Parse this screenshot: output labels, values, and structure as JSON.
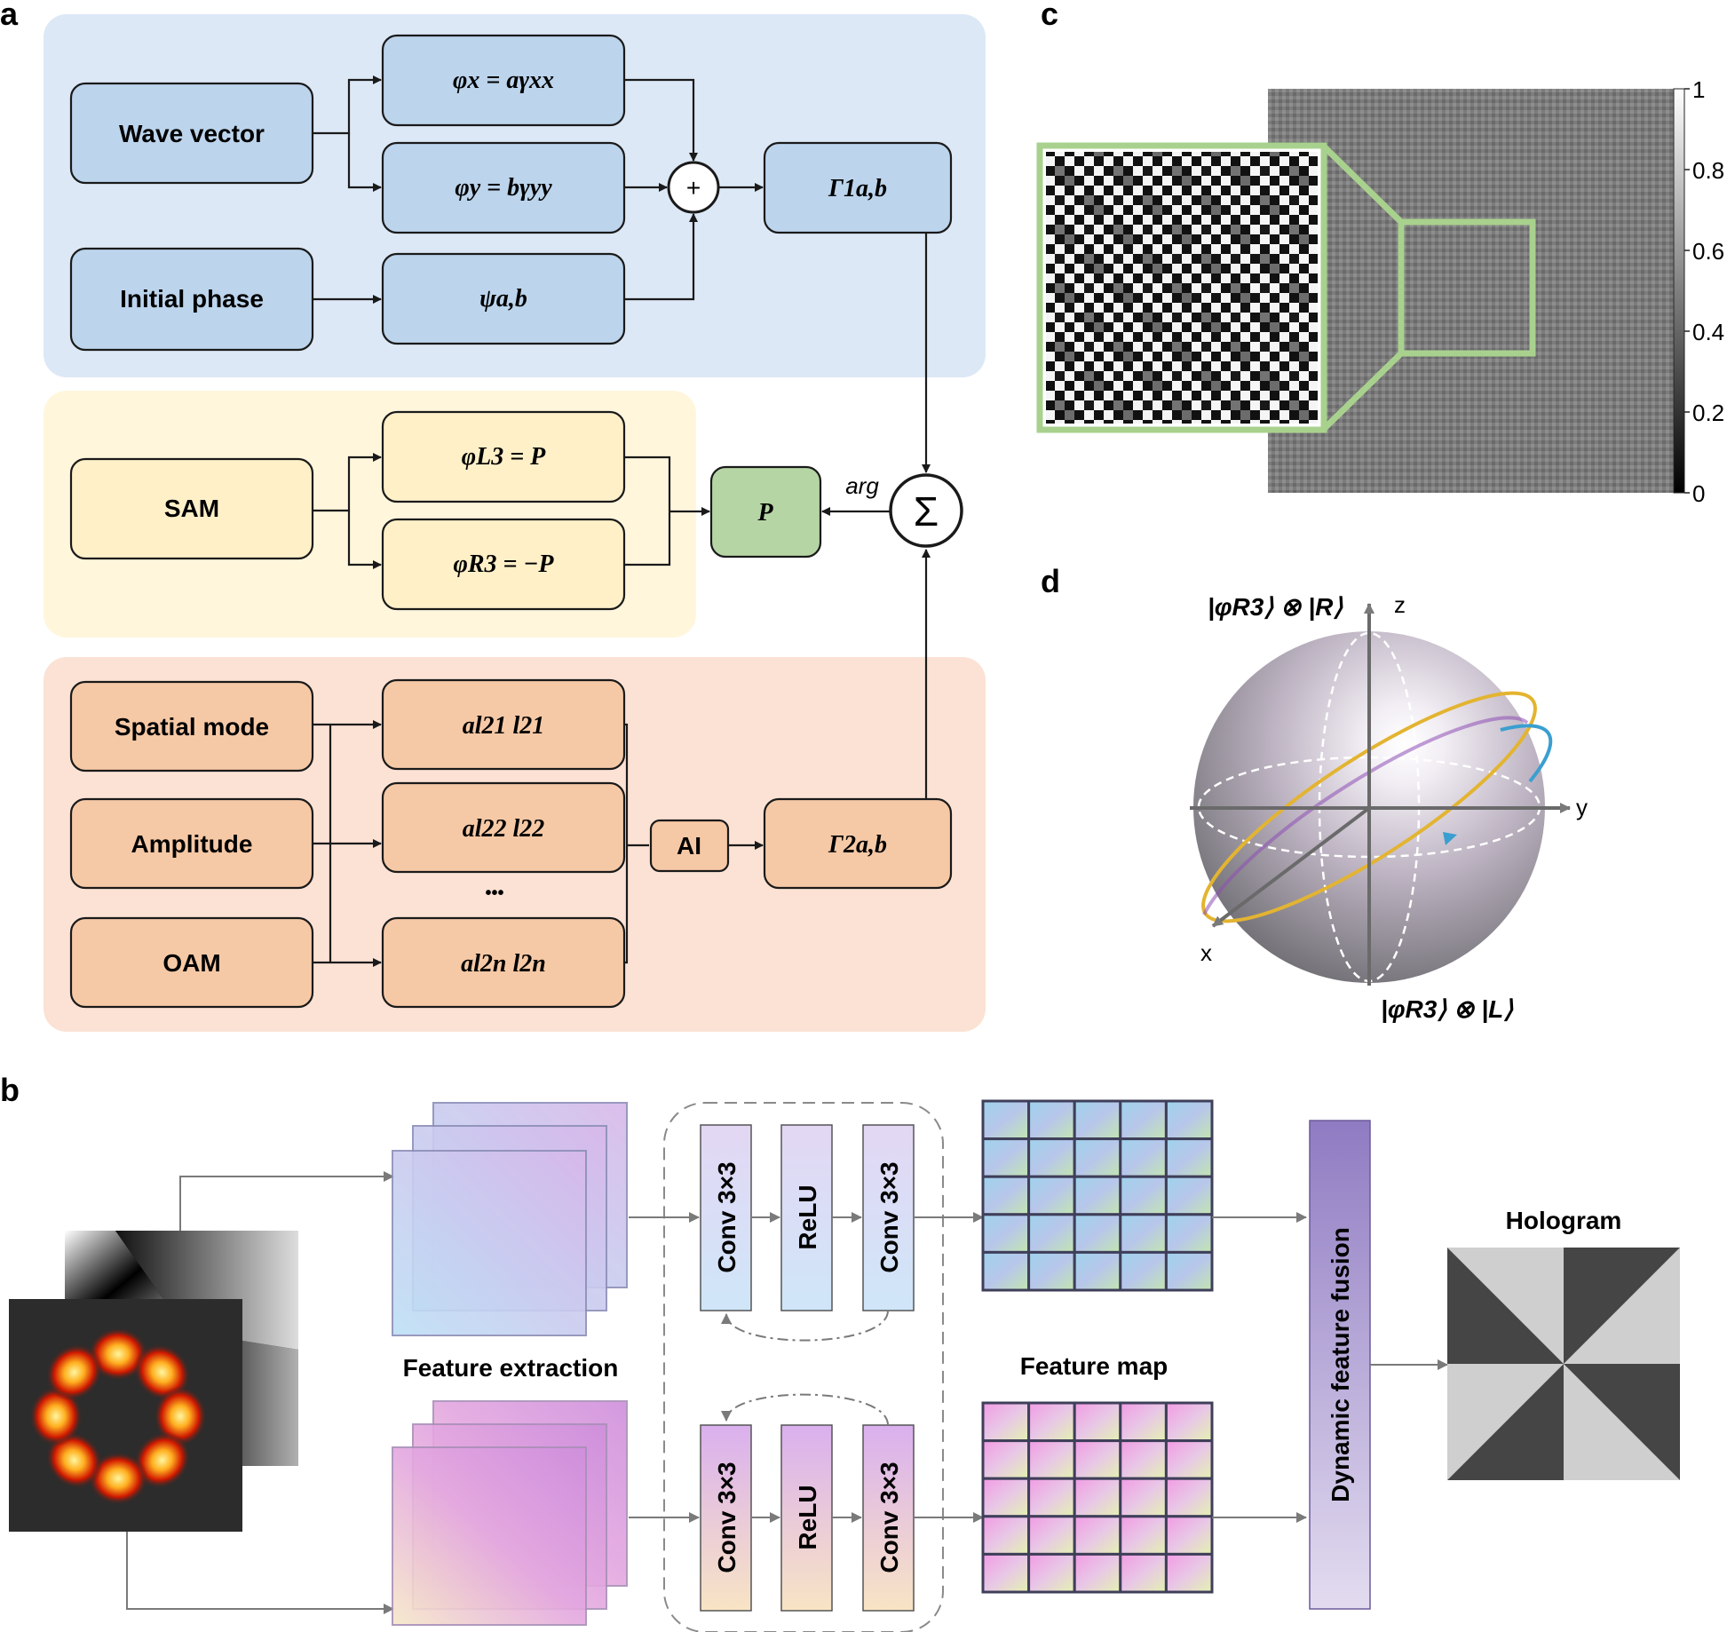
{
  "panels": {
    "a": "a",
    "b": "b",
    "c": "c",
    "d": "d"
  },
  "panel_a": {
    "wave_vector": "Wave vector",
    "initial_phase": "Initial phase",
    "phi_x": "φx = aγxx",
    "phi_y": "φy = bγyy",
    "psi": "ψa,b",
    "plus": "+",
    "gamma1": "Γ1a,b",
    "sam": "SAM",
    "phi_l3": "φL3 = P",
    "phi_r3": "φR3 = −P",
    "p_box": "P",
    "arg_label": "arg",
    "sigma": "Σ",
    "spatial_mode": "Spatial mode",
    "amplitude": "Amplitude",
    "oam": "OAM",
    "a21": "al21 l21",
    "a22": "al22 l22",
    "ellipsis": "•••",
    "a2n": "al2n l2n",
    "ai": "AI",
    "gamma2": "Γ2a,b"
  },
  "panel_b": {
    "feature_extraction": "Feature extraction",
    "conv_top_1": "Conv 3×3",
    "relu_top": "ReLU",
    "conv_top_2": "Conv 3×3",
    "conv_bot_1": "Conv 3×3",
    "relu_bot": "ReLU",
    "conv_bot_2": "Conv 3×3",
    "feature_map": "Feature map",
    "fusion": "Dynamic feature fusion",
    "hologram": "Hologram"
  },
  "panel_c": {
    "colorbar_ticks": [
      "1",
      "0.8",
      "0.6",
      "0.4",
      "0.2",
      "0"
    ],
    "colorbar_range": [
      0,
      1
    ]
  },
  "panel_d": {
    "top_state": "|φR3⟩ ⊗ |R⟩",
    "bottom_state": "|φR3⟩ ⊗ |L⟩",
    "axis_z": "z",
    "axis_y": "y",
    "axis_x": "x"
  },
  "colors": {
    "blue_region": "#dce8f6",
    "yellow_region": "#fff6dc",
    "orange_region": "#fbe2d4",
    "blue_box": "#bcd4ec",
    "yellow_box": "#fff0c8",
    "orange_box": "#f6c9a6",
    "green_box": "#b6d5a4",
    "zoom_frame": "#a9d18e"
  }
}
